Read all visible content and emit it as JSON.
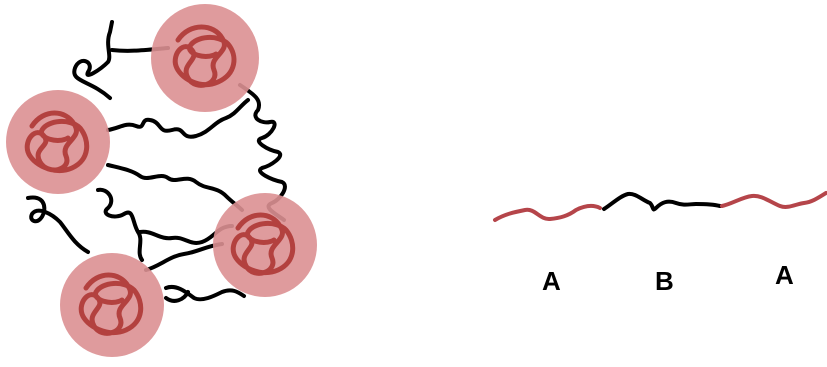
{
  "network": {
    "end_block_color": "#b5454a",
    "end_block_halo": "#d98e90",
    "mid_block_color": "#000000"
  },
  "triblock": {
    "labels": [
      "A",
      "B",
      "A"
    ]
  }
}
